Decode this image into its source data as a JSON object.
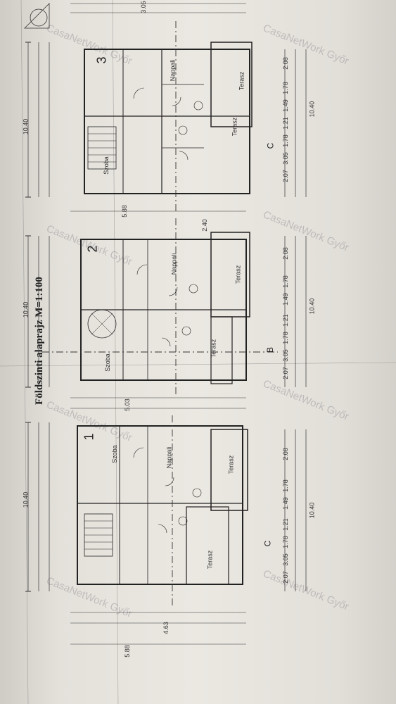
{
  "sheet": {
    "title": "Földszinti alaprajz  M=1:100",
    "watermark": "CasaNetWork Győr"
  },
  "units": [
    {
      "id": "1",
      "label": "1"
    },
    {
      "id": "2",
      "label": "2"
    },
    {
      "id": "3",
      "label": "3"
    }
  ],
  "section_marks": [
    "C",
    "B",
    "C"
  ],
  "room_labels": [
    "Terasz",
    "Terasz",
    "Terasz",
    "Terasz",
    "Terasz",
    "Terasz",
    "Nappali",
    "Nappali",
    "Nappali",
    "Szoba",
    "Szoba",
    "Szoba"
  ],
  "dimensions": {
    "total": "10.40",
    "segments": [
      "2.07",
      "3.05",
      "1.78",
      "1.21",
      "1.49",
      "1.78",
      "2.08"
    ],
    "left_dims": [
      "5.88",
      "5.03",
      "4.63",
      "3.05",
      "2.40"
    ]
  }
}
